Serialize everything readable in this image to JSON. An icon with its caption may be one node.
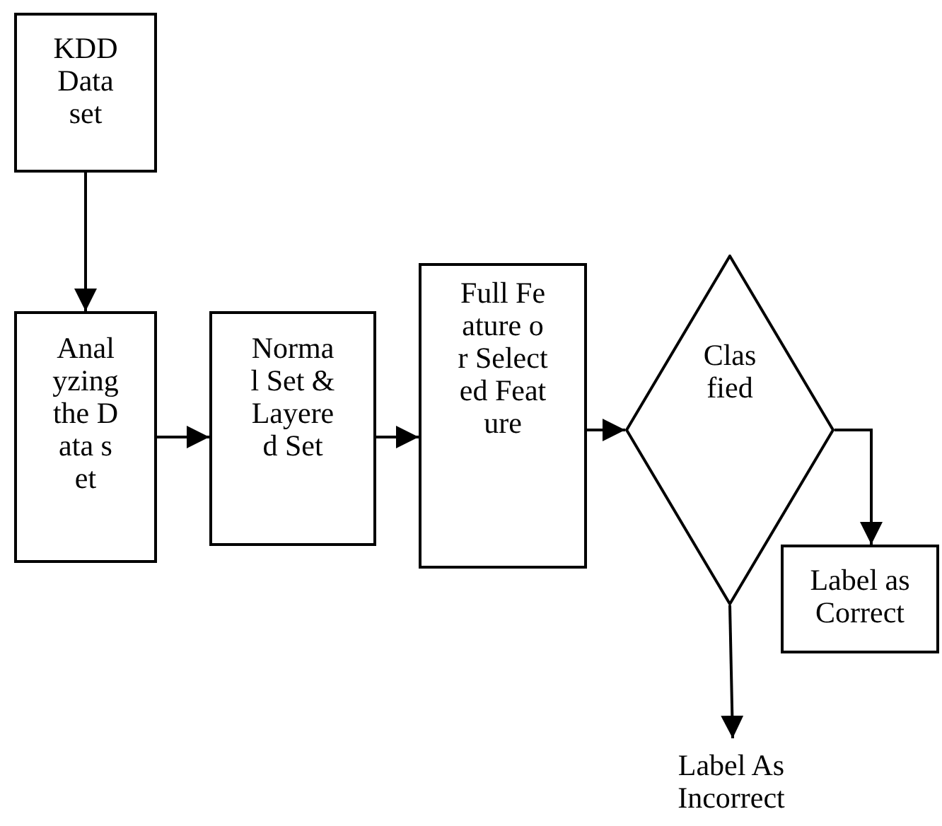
{
  "diagram": {
    "nodes": [
      {
        "text": [
          "KDD Data set"
        ]
      },
      {
        "text": [
          "Analyzing the Data set"
        ]
      },
      {
        "text": [
          "Normal Set & Layered Set"
        ]
      },
      {
        "text": [
          "Full Feature or Selected Feature"
        ]
      },
      {
        "text": [
          "Clasfied"
        ]
      },
      {
        "text": [
          "Label as Correct"
        ]
      },
      {
        "text": [
          "Label As Incorrect"
        ]
      }
    ],
    "edges": [
      {
        "from": 0,
        "to": 1,
        "arrow": "to"
      },
      {
        "from": 1,
        "to": 2,
        "arrow": "to"
      },
      {
        "from": 2,
        "to": 3,
        "arrow": "to"
      },
      {
        "from": 3,
        "to": 4,
        "arrow": "to"
      },
      {
        "from": 4,
        "to": 5,
        "arrow": "to"
      },
      {
        "from": 4,
        "to": 6,
        "arrow": "to"
      }
    ]
  }
}
